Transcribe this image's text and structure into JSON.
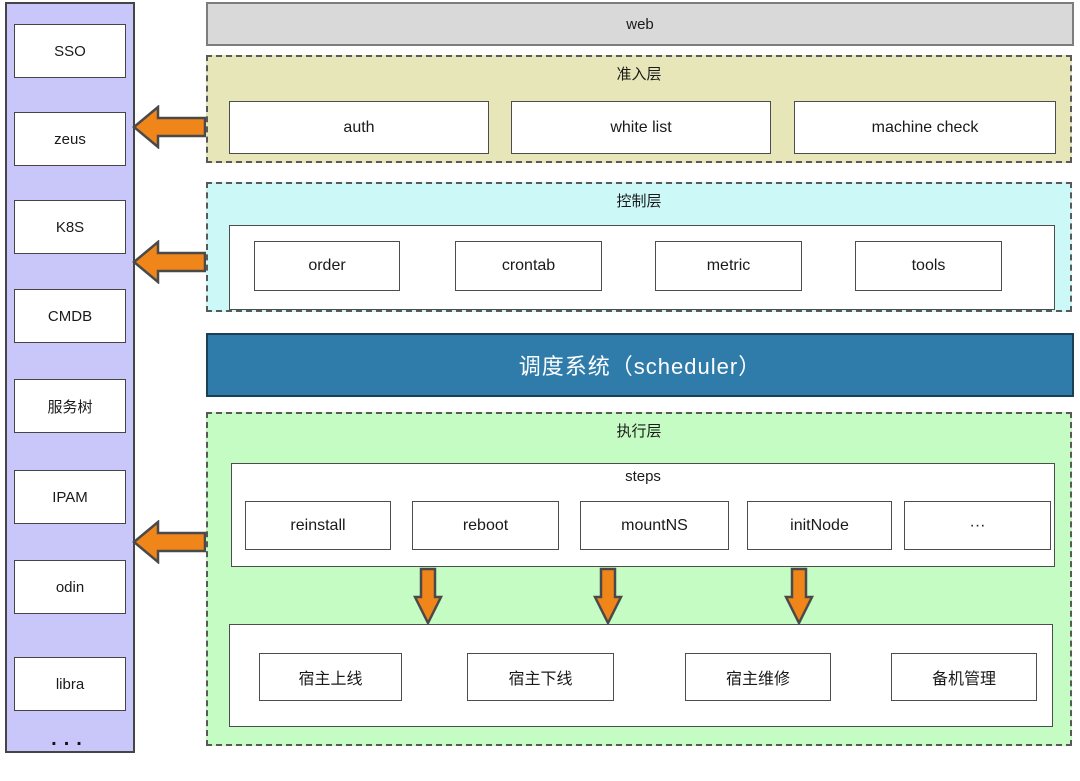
{
  "sidebar": {
    "items": [
      "SSO",
      "zeus",
      "K8S",
      "CMDB",
      "服务树",
      "IPAM",
      "odin",
      "libra"
    ],
    "more": "..."
  },
  "web_bar": {
    "label": "web"
  },
  "access_layer": {
    "title": "准入层",
    "boxes": [
      "auth",
      "white list",
      "machine check"
    ]
  },
  "control_layer": {
    "title": "控制层",
    "boxes": [
      "order",
      "crontab",
      "metric",
      "tools"
    ]
  },
  "scheduler": {
    "title": "调度系统（scheduler）"
  },
  "execution_layer": {
    "title": "执行层",
    "steps": {
      "title": "steps",
      "boxes": [
        "reinstall",
        "reboot",
        "mountNS",
        "initNode",
        "···"
      ]
    },
    "tasks": [
      "宿主上线",
      "宿主下线",
      "宿主维修",
      "备机管理"
    ]
  },
  "icons": {
    "left_arrow": "arrow-left-icon",
    "down_arrow": "arrow-down-icon"
  },
  "colors": {
    "sidebar_fill": "#c9c7fa",
    "web_fill": "#d9d9d9",
    "access_fill": "#e6e6b8",
    "control_fill": "#cdf8f8",
    "scheduler_fill": "#2f7cab",
    "execution_fill": "#c4fcc3",
    "arrow_fill": "#f08519",
    "scheduler_text": "#ffffff"
  }
}
